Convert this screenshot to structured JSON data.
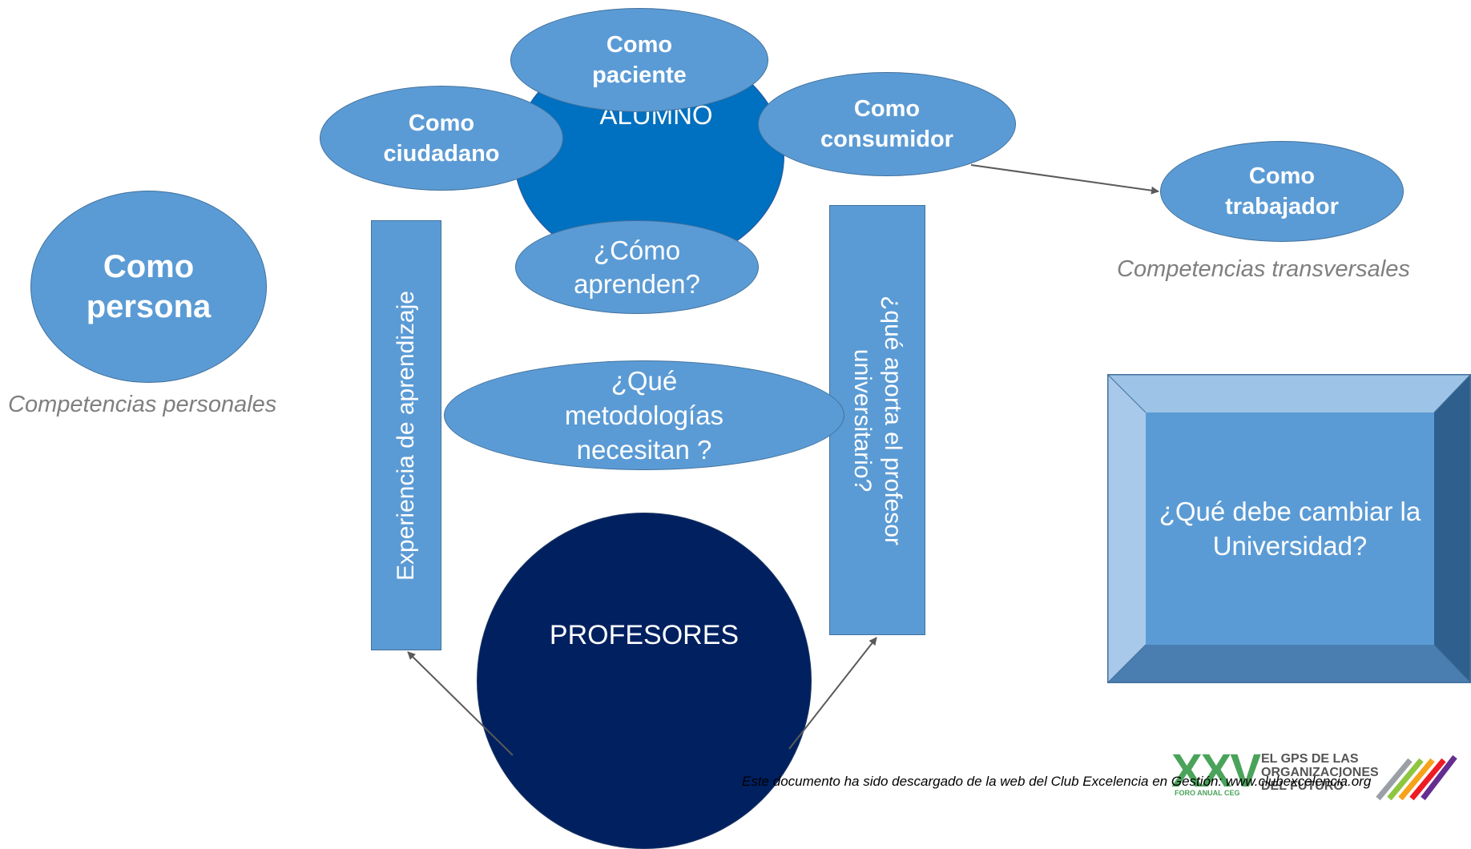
{
  "diagram": {
    "alumno": "ALUMNO",
    "como_paciente": "Como paciente",
    "como_ciudadano": "Como ciudadano",
    "como_consumidor": "Como consumidor",
    "como_trabajador": "Como trabajador",
    "como_aprenden": "¿Cómo aprenden?",
    "como_persona": "Como persona",
    "competencias_personales": "Competencias personales",
    "competencias_transversales": "Competencias transversales",
    "experiencia": "Experiencia de aprendizaje",
    "que_aporta": "¿qué aporta el profesor universitario?",
    "que_metodologias": "¿Qué metodologías necesitan ?",
    "profesores": "PROFESORES",
    "que_debe_cambiar": "¿Qué debe cambiar la Universidad?"
  },
  "footer": {
    "disclaimer": "Este documento ha sido descargado de la web del Club Excelencia en Gestión: www.clubexcelencia.org",
    "logo_numeral": "XXV",
    "logo_line1": "EL GPS DE LAS",
    "logo_line2": "ORGANIZACIONES",
    "logo_line3": "DEL FUTURO",
    "logo_sub": "FORO ANUAL CEG"
  },
  "colors": {
    "light_blue": "#5b9bd5",
    "mid_blue": "#0070c0",
    "dark_navy": "#002060",
    "caption_gray": "#7f7f7f"
  }
}
